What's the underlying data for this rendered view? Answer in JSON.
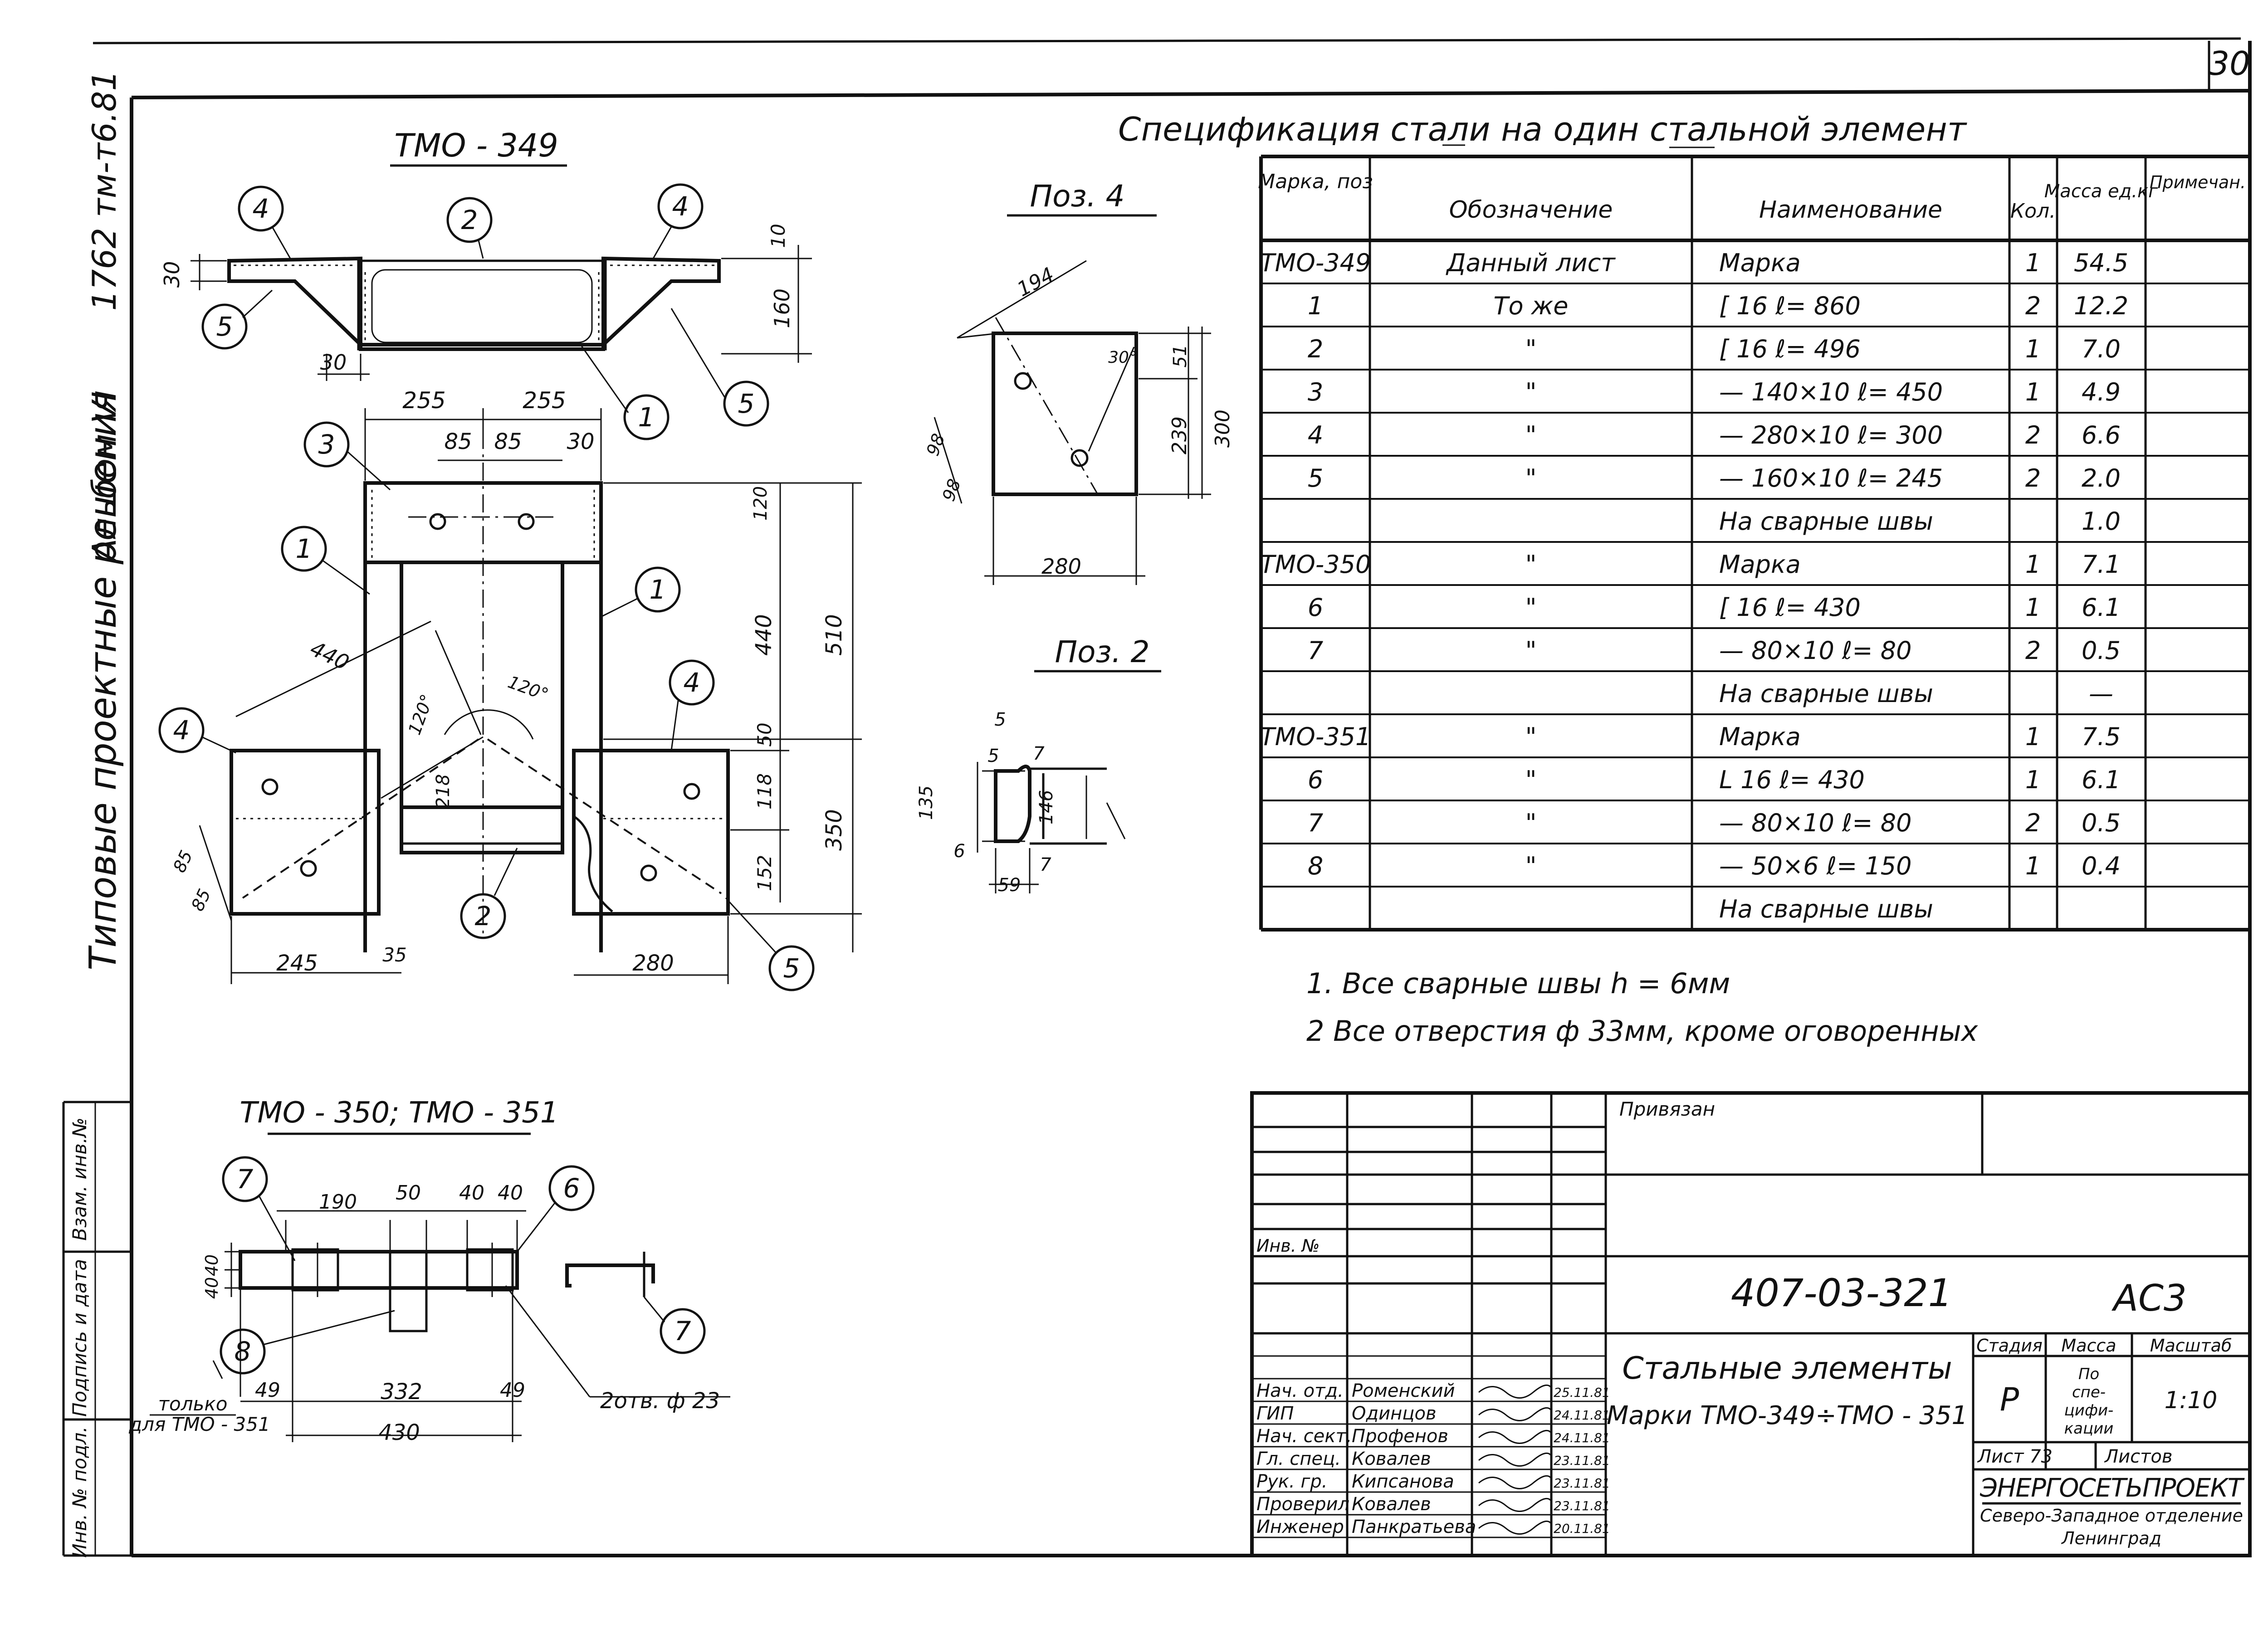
{
  "sheet_no": "30",
  "side": {
    "album": "1762 тм-т6.81",
    "album_no": "Альбом VI",
    "subject": "Типовые проектные решения",
    "cells": [
      "Взам. инв.№",
      "Подпись и дата",
      "Инв. № подл."
    ]
  },
  "views": {
    "tmo349": "ТМО - 349",
    "poz4": "Поз. 4",
    "poz2": "Поз. 2",
    "tmo350": "ТМО - 350; ТМО - 351",
    "note_only": "только",
    "note_for": "для ТМО - 351",
    "holes_note": "2отв. ф 23"
  },
  "dims": {
    "d10": "10",
    "d30": "30",
    "d160": "160",
    "d30b": "30",
    "d255a": "255",
    "d255b": "255",
    "d85a": "85",
    "d85b": "85",
    "d30c": "30",
    "d120": "120",
    "d440": "440",
    "d510": "510",
    "d50": "50",
    "d118": "118",
    "d350": "350",
    "d152": "152",
    "d245": "245",
    "d35": "35",
    "d280": "280",
    "d440b": "440",
    "d120a": "120°",
    "d120b": "120°",
    "d218": "218",
    "d85c": "85",
    "d85d": "85",
    "p4_194": "194",
    "p4_51": "51",
    "p4_300": "300",
    "p4_239": "239",
    "p4_30": "30°",
    "p4_98a": "98",
    "p4_98b": "98",
    "p4_280": "280",
    "p2_5a": "5",
    "p2_5b": "5",
    "p2_7a": "7",
    "p2_135": "135",
    "p2_146": "146",
    "p2_6": "6",
    "p2_7b": "7",
    "p2_59": "59",
    "b190": "190",
    "b50": "50",
    "b40a": "40",
    "b40b": "40",
    "b40c": "40",
    "b40d": "40",
    "b49a": "49",
    "b332": "332",
    "b49b": "49",
    "b430": "430"
  },
  "balloons": {
    "b1": "1",
    "b2": "2",
    "b3": "3",
    "b4": "4",
    "b5": "5",
    "b6": "6",
    "b7": "7",
    "b8": "8"
  },
  "spec": {
    "title": "Спецификация стали на один стальной элемент",
    "headers": [
      "Марка, поз",
      "Обозначение",
      "Наименование",
      "Кол.",
      "Масса ед.кг",
      "Примечан."
    ],
    "rows": [
      [
        "ТМО-349",
        "Данный лист",
        "Марка",
        "1",
        "54.5",
        ""
      ],
      [
        "1",
        "То же",
        "[ 16   ℓ= 860",
        "2",
        "12.2",
        ""
      ],
      [
        "2",
        "\"",
        "[ 16   ℓ= 496",
        "1",
        "7.0",
        ""
      ],
      [
        "3",
        "\"",
        "— 140×10  ℓ= 450",
        "1",
        "4.9",
        ""
      ],
      [
        "4",
        "\"",
        "— 280×10  ℓ= 300",
        "2",
        "6.6",
        ""
      ],
      [
        "5",
        "\"",
        "— 160×10  ℓ= 245",
        "2",
        "2.0",
        ""
      ],
      [
        "",
        "",
        "На сварные швы",
        "",
        "1.0",
        ""
      ],
      [
        "ТМО-350",
        "\"",
        "Марка",
        "1",
        "7.1",
        ""
      ],
      [
        "6",
        "\"",
        "[ 16   ℓ= 430",
        "1",
        "6.1",
        ""
      ],
      [
        "7",
        "\"",
        "— 80×10  ℓ= 80",
        "2",
        "0.5",
        ""
      ],
      [
        "",
        "",
        "На сварные швы",
        "",
        "—",
        ""
      ],
      [
        "ТМО-351",
        "\"",
        "Марка",
        "1",
        "7.5",
        ""
      ],
      [
        "6",
        "\"",
        "L 16   ℓ= 430",
        "1",
        "6.1",
        ""
      ],
      [
        "7",
        "\"",
        "— 80×10  ℓ= 80",
        "2",
        "0.5",
        ""
      ],
      [
        "8",
        "\"",
        "— 50×6  ℓ= 150",
        "1",
        "0.4",
        ""
      ],
      [
        "",
        "",
        "На сварные швы",
        "",
        "",
        ""
      ]
    ]
  },
  "notes": [
    "1. Все сварные швы h = 6мм",
    "2 Все отверстия ф 33мм, кроме оговоренных"
  ],
  "stamp": {
    "privyazan": "Привязан",
    "inv": "Инв. №",
    "code": "407-03-321",
    "ac": "АС3",
    "name1": "Стальные элементы",
    "name2": "Марки ТМО-349÷ТМО - 351",
    "stage_h": "Стадия",
    "mass_h": "Масса",
    "scale_h": "Масштаб",
    "stage": "Р",
    "mass": "По спе- цифи- кации",
    "scale": "1:10",
    "sheet": "Лист 73",
    "sheets": "Листов",
    "org1": "ЭНЕРГОСЕТЬПРОЕКТ",
    "org2": "Северо-Западное отделение",
    "org3": "Ленинград",
    "people": [
      [
        "Нач. отд.",
        "Роменский",
        "25.11.81"
      ],
      [
        "ГИП",
        "Одинцов",
        "24.11.81"
      ],
      [
        "Нач. сект.",
        "Профенов",
        "24.11.81"
      ],
      [
        "Гл. спец.",
        "Ковалев",
        "23.11.81"
      ],
      [
        "Рук. гр.",
        "Кипсанова",
        "23.11.81"
      ],
      [
        "Проверил",
        "Ковалев",
        "23.11.81"
      ],
      [
        "Инженер",
        "Панкратьева",
        "20.11.81"
      ]
    ]
  }
}
